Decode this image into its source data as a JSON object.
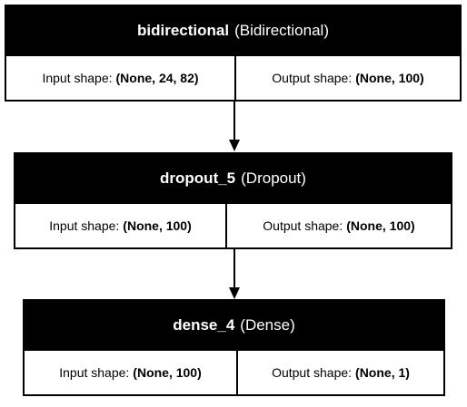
{
  "layers": [
    {
      "name": "bidirectional",
      "type": "(Bidirectional)",
      "input_label": "Input shape:",
      "input_shape": "(None, 24, 82)",
      "output_label": "Output shape:",
      "output_shape": "(None, 100)"
    },
    {
      "name": "dropout_5",
      "type": "(Dropout)",
      "input_label": "Input shape:",
      "input_shape": "(None, 100)",
      "output_label": "Output shape:",
      "output_shape": "(None, 100)"
    },
    {
      "name": "dense_4",
      "type": "(Dense)",
      "input_label": "Input shape:",
      "input_shape": "(None, 100)",
      "output_label": "Output shape:",
      "output_shape": "(None, 1)"
    }
  ]
}
